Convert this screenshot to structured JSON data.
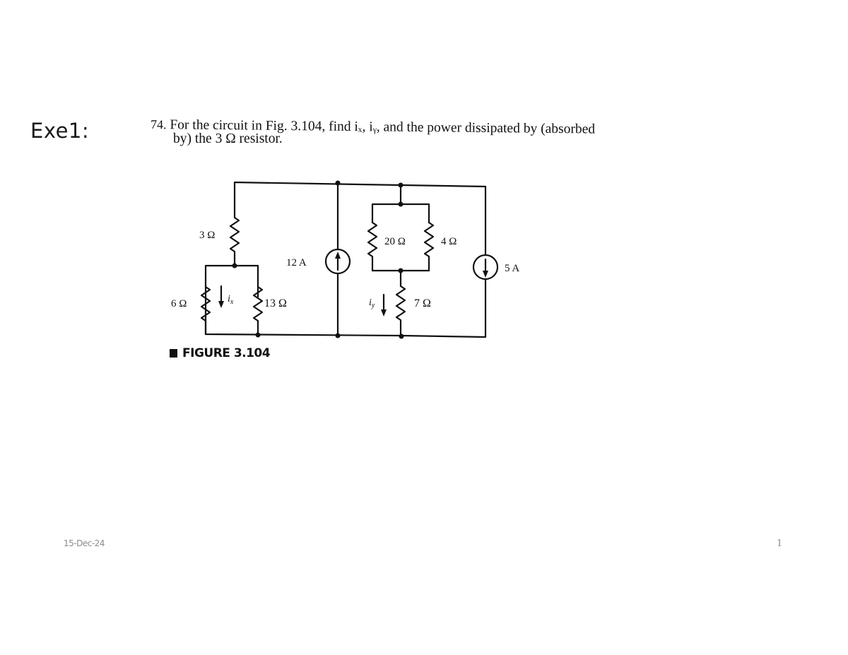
{
  "slide": {
    "title": "Exe1:",
    "footer_date": "15-Dec-24",
    "page_number": "1"
  },
  "problem": {
    "number": "74.",
    "line1": "For the circuit in Fig. 3.104, find iₓ, iᵧ, and the power dissipated by (absorbed",
    "line2": "by) the 3 Ω resistor."
  },
  "figure": {
    "caption": "FIGURE 3.104",
    "components": {
      "r3": "3 Ω",
      "r6": "6 Ω",
      "r13": "13 Ω",
      "r20": "20 Ω",
      "r4": "4 Ω",
      "r7": "7 Ω",
      "source12": "12 A",
      "source5": "5 A",
      "ix_label": "i",
      "ix_sub": "x",
      "iy_label": "i",
      "iy_sub": "y"
    }
  }
}
